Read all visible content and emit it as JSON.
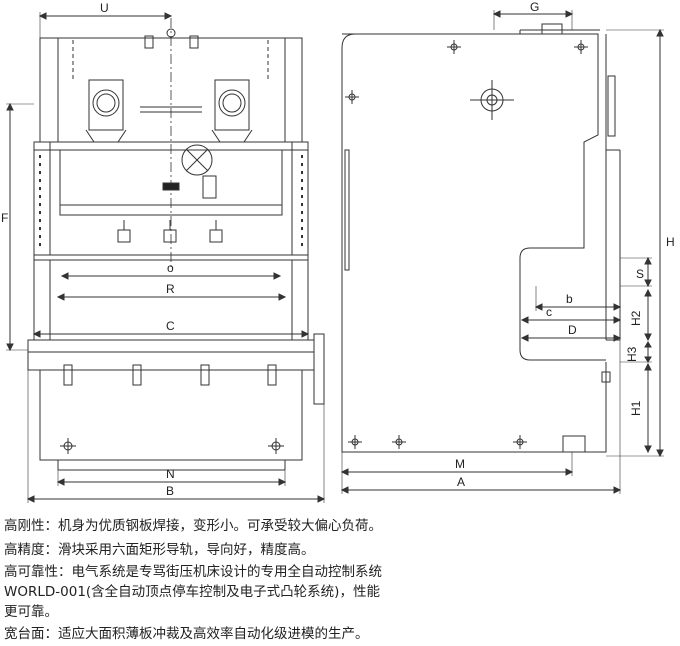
{
  "dimension_labels": {
    "U": "U",
    "F": "F",
    "O": "o",
    "R": "R",
    "C": "C",
    "N": "N",
    "B": "B",
    "G": "G",
    "H": "H",
    "S": "S",
    "b": "b",
    "c": "c",
    "D": "D",
    "H2": "H2",
    "H3": "H3",
    "H1": "H1",
    "M": "M",
    "A": "A"
  },
  "features": {
    "rigidity": "高刚性：机身为优质钢板焊接，变形小。可承受较大偏心负荷。",
    "precision": "高精度：滑块采用六面矩形导轨，导向好，精度高。",
    "reliability_line1": "高可靠性：电气系统是专骂街压机床设计的专用全自动控制系统",
    "reliability_line2": "WORLD-001(含全自动顶点停车控制及电子式凸轮系统)，性能",
    "reliability_line3": "更可靠。",
    "wide_table": "宽台面：适应大面积薄板冲裁及高效率自动化级进模的生产。"
  }
}
